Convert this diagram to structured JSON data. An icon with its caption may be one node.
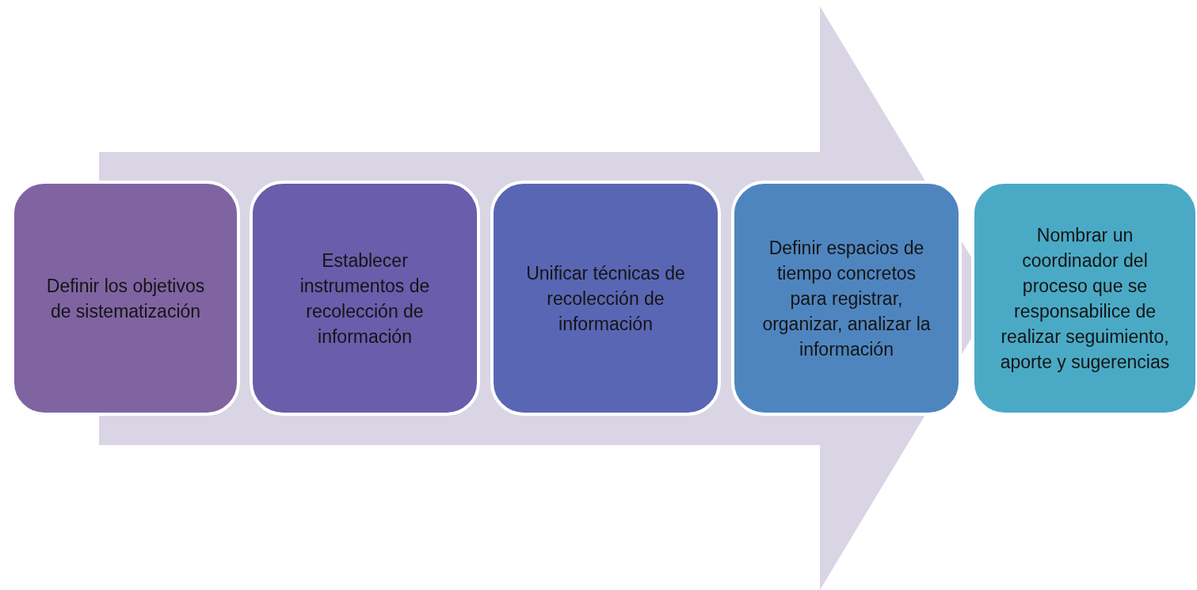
{
  "diagram": {
    "nodes": [
      {
        "text": [
          "Definir los objetivos de sistematización"
        ]
      },
      {
        "text": [
          "Establecer instrumentos de recolección de información"
        ]
      },
      {
        "text": [
          "Unificar técnicas de recolección de información"
        ]
      },
      {
        "text": [
          "Definir espacios de tiempo concretos para registrar, organizar, analizar la información"
        ]
      },
      {
        "text": [
          "Nombrar un coordinador del proceso que se responsabilice de realizar seguimiento, aporte y sugerencias"
        ]
      }
    ],
    "edges": [
      {
        "from": 0,
        "to": 4,
        "arrow": "to"
      }
    ]
  }
}
